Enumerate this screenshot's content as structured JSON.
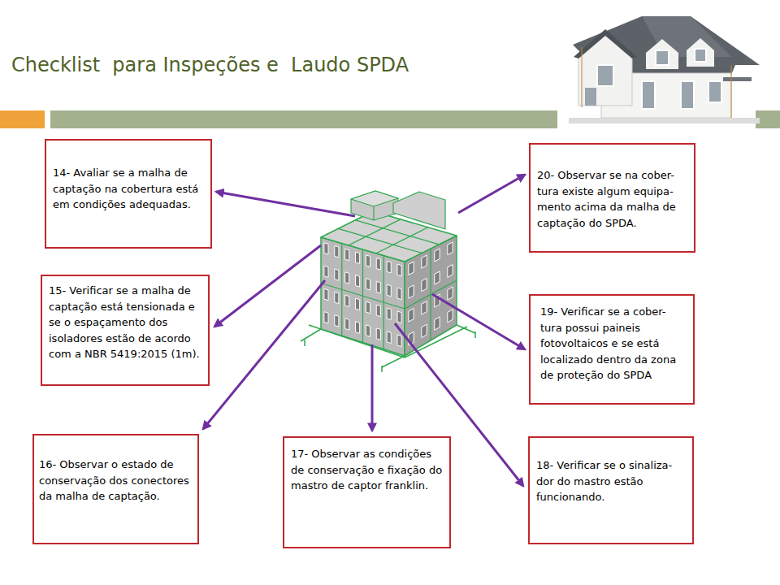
{
  "diagram": {
    "title": "Checklist  para Inspeções e  Laudo SPDA",
    "nodes": [
      {
        "text": [
          "14- Avaliar se a malha de captação na cobertura está em condições adequadas."
        ]
      },
      {
        "text": [
          "15- Verificar se a malha de captação está tensionada e se o espaçamento dos isoladores estão de acordo com a NBR 5419:2015 (1m)."
        ]
      },
      {
        "text": [
          "16- Observar o estado de conservação dos conectores da malha de captação."
        ]
      },
      {
        "text": [
          "17- Observar as condições de conservação e fixação do mastro de captor franklin."
        ]
      },
      {
        "text": [
          "18- Verificar se o sinaliza- dor do mastro estão funcionando."
        ]
      },
      {
        "text": [
          "19- Verificar se a cober- tura possui paineis fotovoltaicos e se está localizado dentro da zona de proteção do SPDA"
        ]
      },
      {
        "text": [
          "20- Observar se na cober- tura existe algum equipa- mento acima da malha de captação do SPDA."
        ]
      }
    ]
  }
}
